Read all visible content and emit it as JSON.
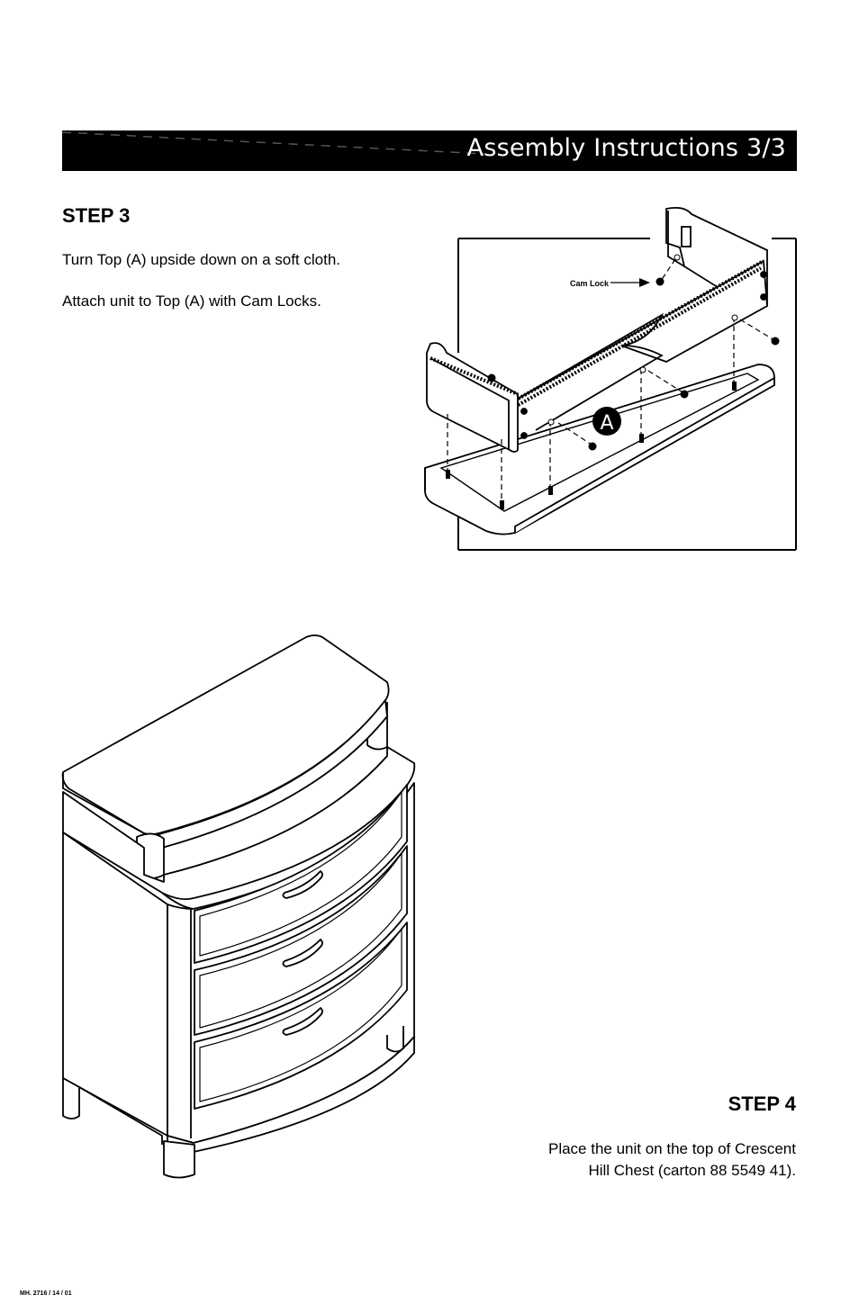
{
  "header": {
    "title": "Assembly Instructions 3/3"
  },
  "step3": {
    "title": "STEP 3",
    "line1": "Turn Top (A) upside down on a soft cloth.",
    "line2": "Attach unit to Top (A) with Cam Locks.",
    "diagram": {
      "callout_label": "Cam Lock",
      "part_letter": "A"
    }
  },
  "step4": {
    "title": "STEP 4",
    "line1": "Place the unit on the top of Crescent",
    "line2": "Hill Chest (carton 88 5549 41)."
  },
  "footer": {
    "doc_code": "MH. 2716 / 14 / 01"
  }
}
